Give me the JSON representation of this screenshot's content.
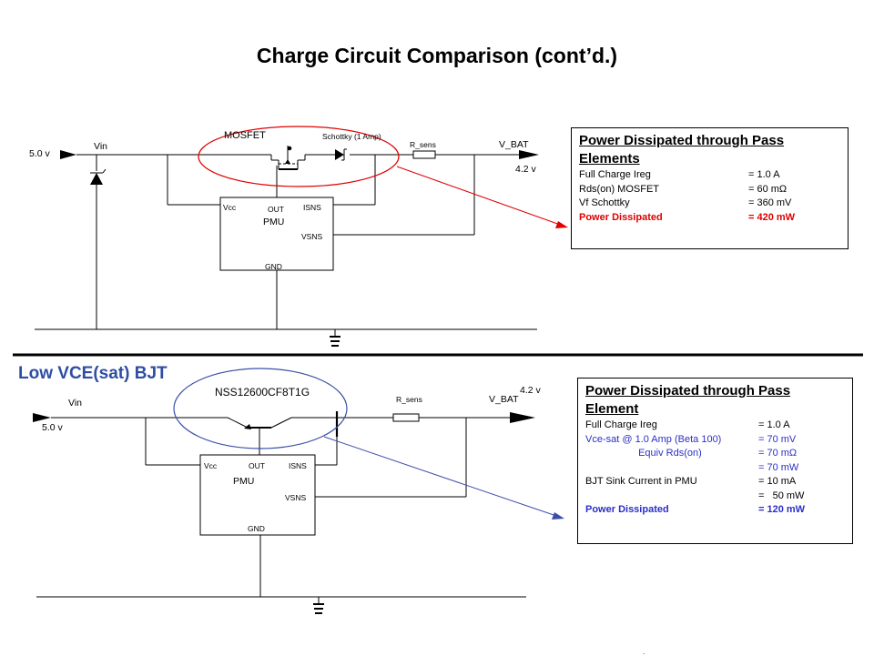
{
  "title": "Charge Circuit Comparison (cont’d.)",
  "colors": {
    "highlight_red": "#E00000",
    "highlight_blue": "#2A2FC8",
    "section_blue": "#2E4EA3",
    "ellipse_blue": "#3B4FA8"
  },
  "top_circuit": {
    "vin_voltage": "5.0 v",
    "vin_label": "Vin",
    "mosfet_label": "MOSFET",
    "schottky_label": "Schottky (1 Amp)",
    "rsens_label": "R_sens",
    "vbat_label": "V_BAT",
    "vbat_voltage": "4.2 v",
    "pmu": {
      "name": "PMU",
      "vcc": "Vcc",
      "out": "OUT",
      "isns": "ISNS",
      "vsns": "VSNS",
      "gnd": "GND"
    },
    "ground_icon": "ground-symbol"
  },
  "top_box": {
    "title": "Power Dissipated through Pass Elements",
    "rows": [
      {
        "label": "Full Charge  Ireg",
        "value": "= 1.0 A",
        "style": "normal"
      },
      {
        "label": "Rds(on) MOSFET",
        "value": "= 60 mΩ",
        "style": "normal"
      },
      {
        "label": "Vf Schottky",
        "value": "= 360 mV",
        "style": "normal"
      },
      {
        "label": "Power Dissipated",
        "value": "= 420 mW",
        "style": "red"
      }
    ]
  },
  "section2_title": "Low VCE(sat) BJT",
  "bottom_circuit": {
    "part_number": "NSS12600CF8T1G",
    "vin_label": "Vin",
    "vin_voltage": "5.0 v",
    "rsens_label": "R_sens",
    "vbat_label": "V_BAT",
    "vbat_voltage": "4.2 v",
    "pmu": {
      "name": "PMU",
      "vcc": "Vcc",
      "out": "OUT",
      "isns": "ISNS",
      "vsns": "VSNS",
      "gnd": "GND"
    },
    "ground_icon": "ground-symbol"
  },
  "bottom_box": {
    "title": "Power Dissipated through Pass Element",
    "rows": [
      {
        "label": "Full Charge  Ireg",
        "value": "=  1.0 A",
        "style": "normal"
      },
      {
        "label": "Vce-sat @ 1.0 Amp (Beta 100)",
        "value": "= 70 mV",
        "style": "blue"
      },
      {
        "label": "                   Equiv Rds(on)",
        "value": "= 70 mΩ",
        "style": "blue"
      },
      {
        "label": "",
        "value": "= 70 mW",
        "style": "blue"
      },
      {
        "label": "BJT Sink Current  in PMU",
        "value": "=  10 mA",
        "style": "normal"
      },
      {
        "label": "",
        "value": "=   50 mW",
        "style": "normal"
      },
      {
        "label": "Power Dissipated",
        "value": "= 120 mW",
        "style": "blueb"
      }
    ]
  },
  "footer_mark": "."
}
